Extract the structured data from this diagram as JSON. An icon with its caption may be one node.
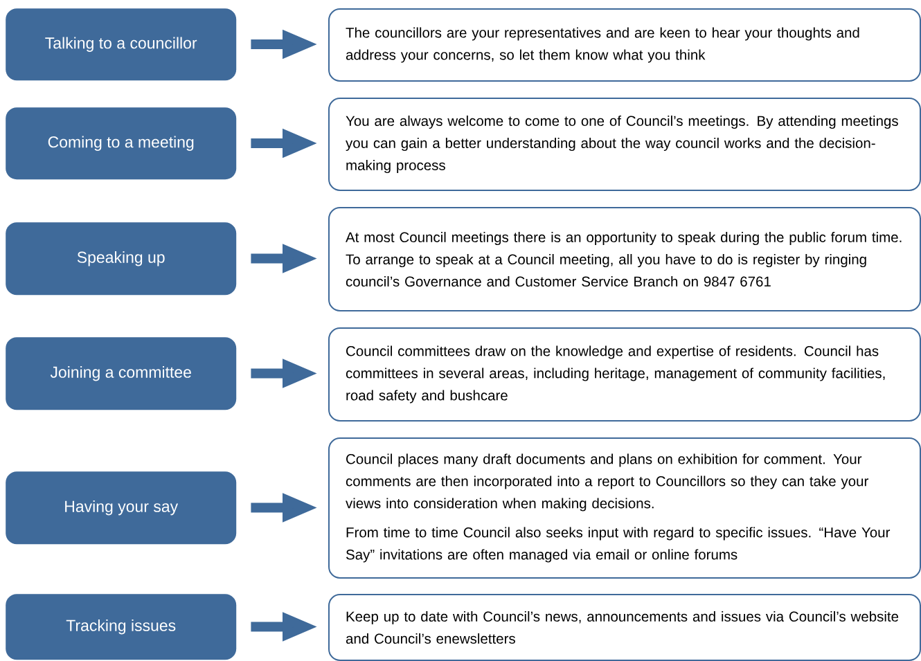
{
  "diagram": {
    "nodes": [
      {
        "text": [
          "Talking to a councillor"
        ]
      },
      {
        "text": [
          "The councillors are your representatives and are keen to hear your thoughts and address your concerns, so let them know what you think"
        ]
      },
      {
        "text": [
          "Coming to a meeting"
        ]
      },
      {
        "text": [
          "You are always welcome to come to one of Council’s meetings. By attending meetings you can gain a better understanding about the way council works and the decision-making process"
        ]
      },
      {
        "text": [
          "Speaking up"
        ]
      },
      {
        "text": [
          "At most Council meetings there is an opportunity to speak during the public forum time. To arrange to speak at a Council meeting, all you have to do is register by ringing council’s Governance and Customer Service Branch on 9847 6761"
        ]
      },
      {
        "text": [
          "Joining a committee"
        ]
      },
      {
        "text": [
          "Council committees draw on the knowledge and expertise of residents. Council has committees in several areas, including heritage, management of community facilities, road safety and bushcare"
        ]
      },
      {
        "text": [
          "Having your say"
        ]
      },
      {
        "text": [
          "Council places many draft documents and plans on exhibition for comment. Your comments are then incorporated into a report to Councillors so they can take your views into consideration when making decisions.",
          "From time to time Council also seeks input with regard to specific issues. “Have Your Say” invitations are often managed via email or online forums"
        ]
      },
      {
        "text": [
          "Tracking issues"
        ]
      },
      {
        "text": [
          "Keep up to date with Council’s news, announcements and issues via Council’s website and Council’s enewsletters"
        ]
      }
    ],
    "edges": [
      {
        "from": 0,
        "to": 1,
        "arrow": "to"
      },
      {
        "from": 2,
        "to": 3,
        "arrow": "to"
      },
      {
        "from": 4,
        "to": 5,
        "arrow": "to"
      },
      {
        "from": 6,
        "to": 7,
        "arrow": "to"
      },
      {
        "from": 8,
        "to": 9,
        "arrow": "to"
      },
      {
        "from": 10,
        "to": 11,
        "arrow": "to"
      }
    ]
  }
}
